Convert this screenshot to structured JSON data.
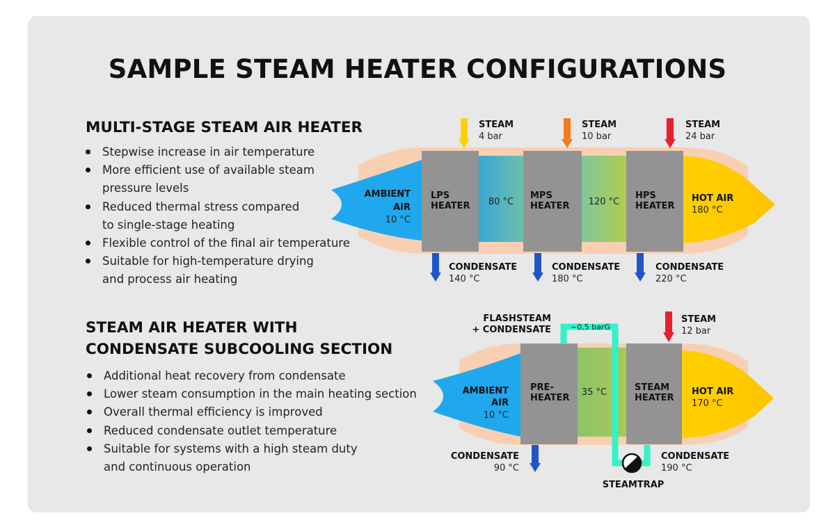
{
  "title": "SAMPLE STEAM HEATER CONFIGURATIONS",
  "colors": {
    "background": "#e8e8e8",
    "duct": "#f9cfb3",
    "ambient": "#1fa8ee",
    "hot": "#ffc400",
    "heater": "#939393",
    "condensate": "#1f55c9",
    "steam_low": "#ffd000",
    "steam_mid": "#f47a1f",
    "steam_high": "#e8202a",
    "flash_line": "#34f2c8"
  },
  "multi_stage": {
    "heading": "MULTI-STAGE STEAM AIR HEATER",
    "bullets": [
      "Stepwise increase in air temperature",
      "More efficient use of available steam",
      "pressure levels",
      "Reduced thermal stress compared",
      "to single-stage heating",
      "Flexible control of the final air temperature",
      "Suitable for high-temperature drying",
      "and process air heating"
    ],
    "ambient": {
      "line1": "AMBIENT",
      "line2": "AIR",
      "temp": "10 °C"
    },
    "heaters": [
      {
        "line1": "LPS",
        "line2": "HEATER"
      },
      {
        "line1": "MPS",
        "line2": "HEATER"
      },
      {
        "line1": "HPS",
        "line2": "HEATER"
      }
    ],
    "between_temps": [
      "80 °C",
      "120 °C"
    ],
    "hot": {
      "line1": "HOT AIR",
      "temp": "180 °C"
    },
    "steam": [
      {
        "label": "STEAM",
        "value": "4 bar",
        "icon": "steam-arrow-icon"
      },
      {
        "label": "STEAM",
        "value": "10 bar",
        "icon": "steam-arrow-icon"
      },
      {
        "label": "STEAM",
        "value": "24 bar",
        "icon": "steam-arrow-icon"
      }
    ],
    "condensate": [
      {
        "label": "CONDENSATE",
        "value": "140 °C",
        "icon": "condensate-arrow-icon"
      },
      {
        "label": "CONDENSATE",
        "value": "180 °C",
        "icon": "condensate-arrow-icon"
      },
      {
        "label": "CONDENSATE",
        "value": "220 °C",
        "icon": "condensate-arrow-icon"
      }
    ]
  },
  "subcooling": {
    "heading_line1": "STEAM AIR HEATER WITH",
    "heading_line2": "CONDENSATE SUBCOOLING SECTION",
    "bullets": [
      "Additional heat recovery from condensate",
      "Lower steam consumption in the main heating section",
      "Overall thermal efficiency is improved",
      "Reduced condensate outlet temperature",
      "Suitable for systems with a high steam duty",
      "and continuous operation"
    ],
    "ambient": {
      "line1": "AMBIENT",
      "line2": "AIR",
      "temp": "10 °C"
    },
    "preheater": {
      "line1": "PRE-",
      "line2": "HEATER"
    },
    "between_temp": "35 °C",
    "steam_heater": {
      "line1": "STEAM",
      "line2": "HEATER"
    },
    "hot": {
      "line1": "HOT AIR",
      "temp": "170 °C"
    },
    "flash": {
      "line1": "FLASHSTEAM",
      "line2": "+ CONDENSATE",
      "pressure": "~0,5 barG"
    },
    "steam": {
      "label": "STEAM",
      "value": "12 bar",
      "icon": "steam-arrow-icon"
    },
    "condensate_pre": {
      "label": "CONDENSATE",
      "value": "90 °C",
      "icon": "condensate-arrow-icon"
    },
    "condensate_main": {
      "label": "CONDENSATE",
      "value": "190 °C"
    },
    "steamtrap": {
      "label": "STEAMTRAP",
      "icon": "steamtrap-icon"
    }
  }
}
